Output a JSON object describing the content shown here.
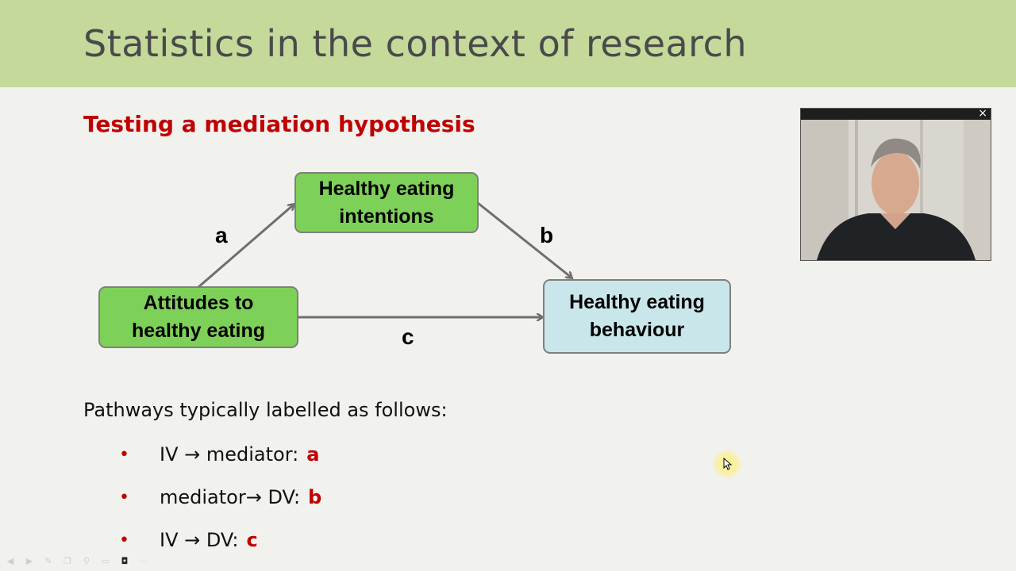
{
  "slide": {
    "title": "Statistics in the context of research",
    "subtitle": "Testing a mediation hypothesis"
  },
  "diagram": {
    "iv_box": "Attitudes to healthy eating",
    "mediator_box": "Healthy eating intentions",
    "dv_box": "Healthy eating behaviour",
    "path_a": "a",
    "path_b": "b",
    "path_c": "c"
  },
  "pathways": {
    "lead": "Pathways typically labelled as follows:",
    "items": [
      {
        "text": "IV → mediator:",
        "key": "a"
      },
      {
        "text": "mediator→ DV:",
        "key": "b"
      },
      {
        "text": "IV → DV:",
        "key": "c"
      }
    ]
  },
  "webcam": {
    "close_symbol": "×"
  },
  "colors": {
    "title_band": "#c5d99a",
    "accent_red": "#c00000",
    "box_green": "#7ed158",
    "box_blue": "#c9e7ea",
    "arrow_gray": "#6f6f6f"
  },
  "toolbar_icons": [
    "back-icon",
    "forward-icon",
    "pen-icon",
    "copy-icon",
    "zoom-icon",
    "subtitles-icon",
    "camera-icon",
    "more-icon"
  ]
}
